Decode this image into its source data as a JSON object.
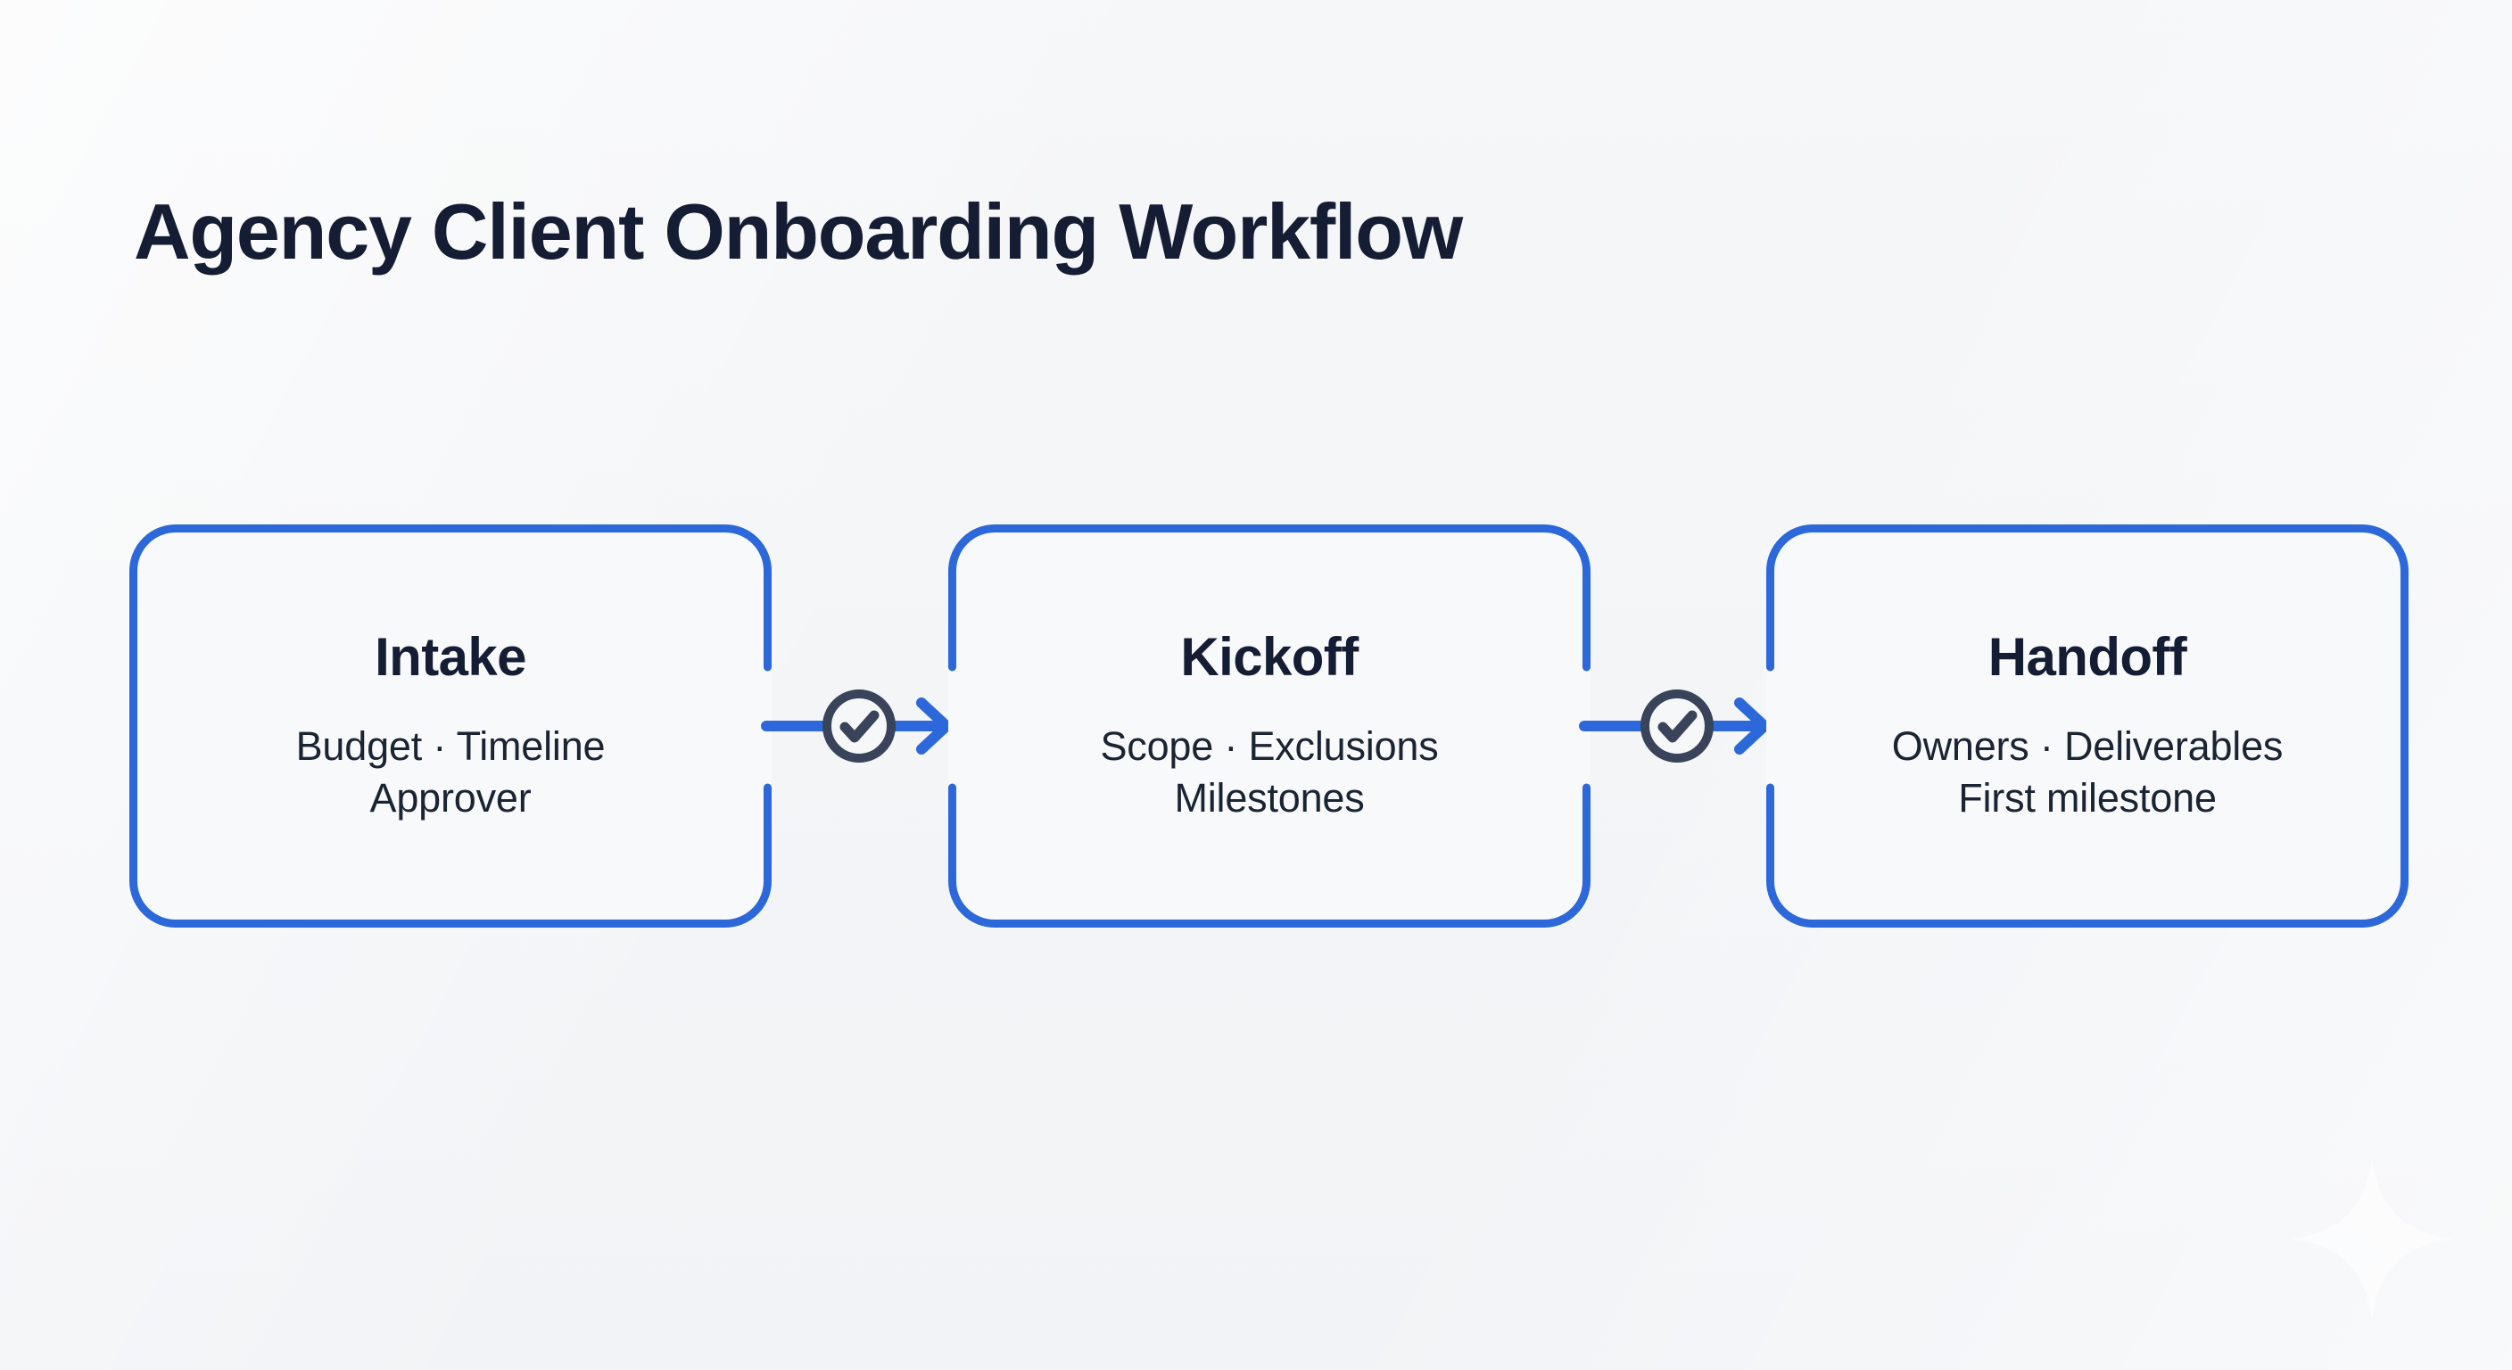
{
  "page": {
    "title": "Agency Client Onboarding Workflow",
    "background_color": "#f4f6f8",
    "accent_color": "#2c68d9",
    "text_color": "#141d33",
    "badge_color": "#39435a"
  },
  "flow": {
    "steps": [
      {
        "title": "Intake",
        "detail_line_1": "Budget · Timeline",
        "detail_line_2": "Approver"
      },
      {
        "title": "Kickoff",
        "detail_line_1": "Scope · Exclusions",
        "detail_line_2": "Milestones"
      },
      {
        "title": "Handoff",
        "detail_line_1": "Owners · Deliverables",
        "detail_line_2": "First milestone"
      }
    ],
    "connectors": [
      {
        "badge_icon": "check-circle-icon"
      },
      {
        "badge_icon": "check-circle-icon"
      }
    ]
  },
  "watermark": {
    "icon": "sparkle-icon"
  }
}
